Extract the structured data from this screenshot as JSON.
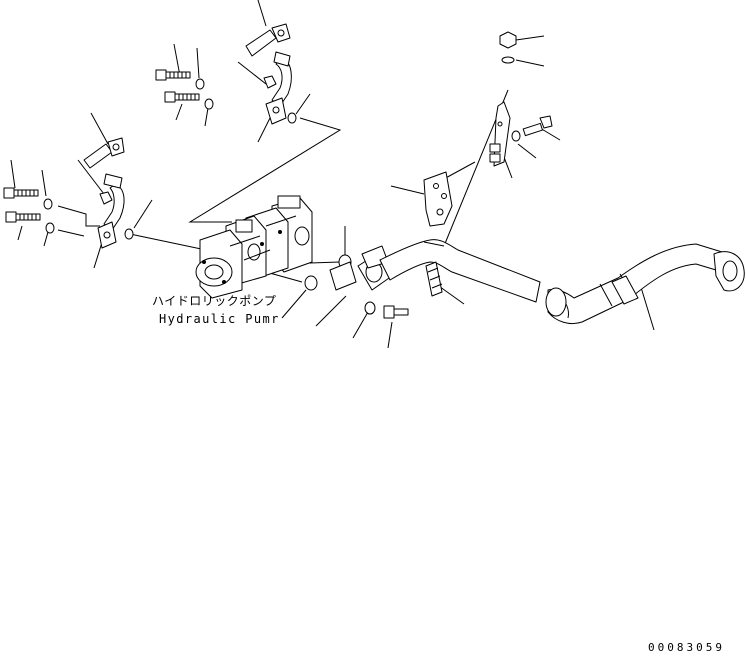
{
  "diagram": {
    "component_label_jp": "ハイドロリックポンプ",
    "component_label_en": "Hydraulic Pumr",
    "drawing_number": "00083059"
  },
  "colors": {
    "line": "#000000",
    "background": "#ffffff"
  }
}
